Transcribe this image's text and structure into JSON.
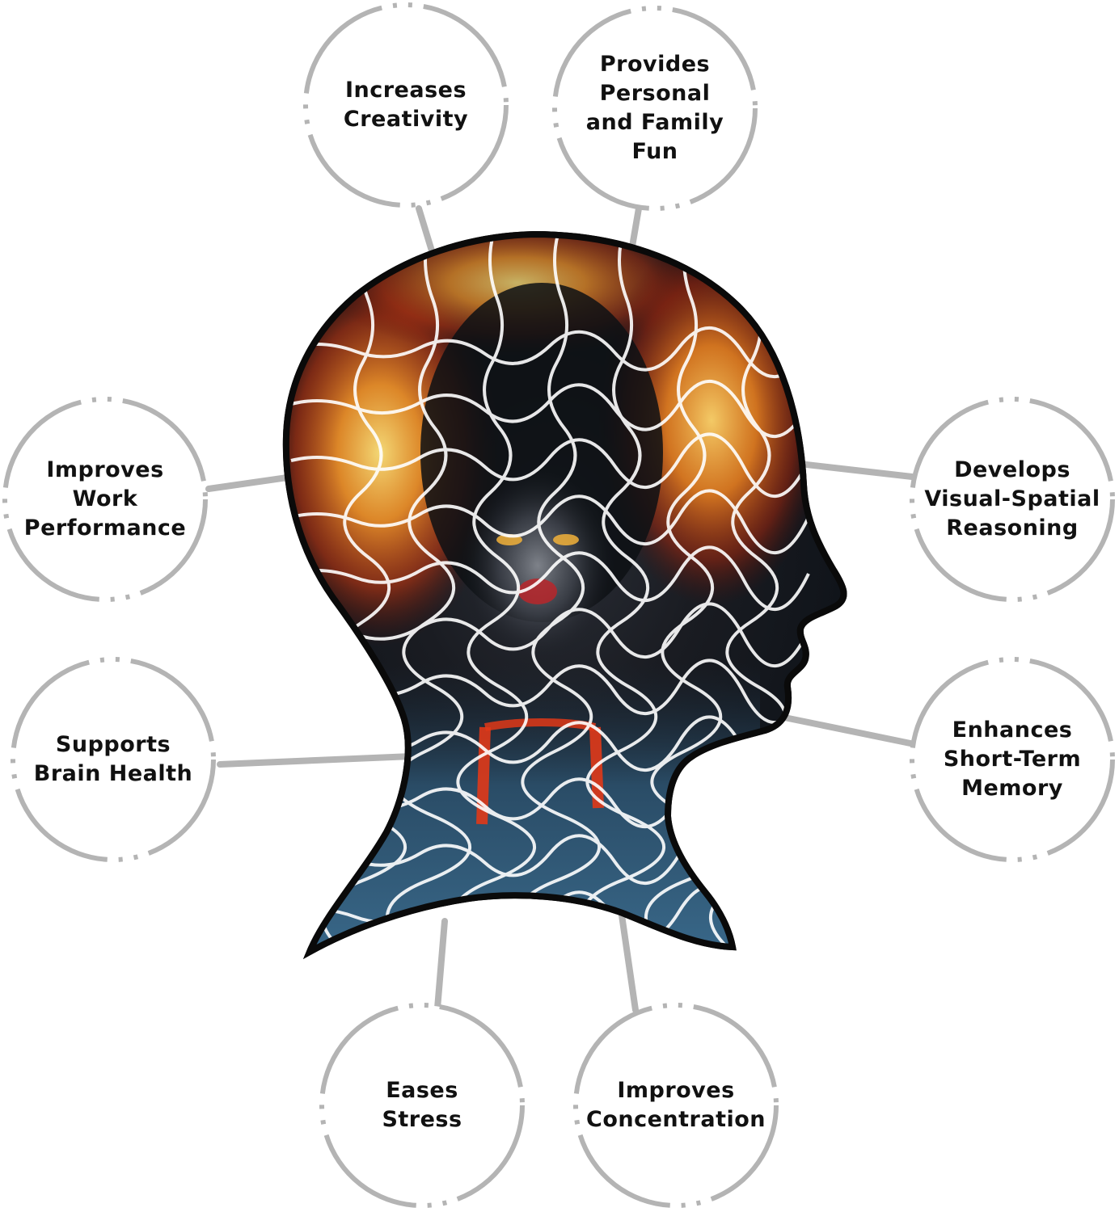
{
  "benefits": [
    {
      "id": "increases-creativity",
      "lines": [
        "Increases",
        "Creativity"
      ]
    },
    {
      "id": "provides-personal-family-fun",
      "lines": [
        "Provides",
        "Personal",
        "and Family",
        "Fun"
      ]
    },
    {
      "id": "improves-work-performance",
      "lines": [
        "Improves",
        "Work",
        "Performance"
      ]
    },
    {
      "id": "develops-visual-spatial-reasoning",
      "lines": [
        "Develops",
        "Visual-Spatial",
        "Reasoning"
      ]
    },
    {
      "id": "supports-brain-health",
      "lines": [
        "Supports",
        "Brain Health"
      ]
    },
    {
      "id": "enhances-short-term-memory",
      "lines": [
        "Enhances",
        "Short-Term",
        "Memory"
      ]
    },
    {
      "id": "eases-stress",
      "lines": [
        "Eases",
        "Stress"
      ]
    },
    {
      "id": "improves-concentration",
      "lines": [
        "Improves",
        "Concentration"
      ]
    }
  ],
  "colors": {
    "circle_stroke": "#b4b4b4",
    "connector": "#b4b4b4",
    "head_outline": "#0a0a0a",
    "hair_glow": "#ff7a1a",
    "dark_background": "#141820",
    "coat_blue": "#2e5a78",
    "puzzle_lines": "#ffffff"
  }
}
